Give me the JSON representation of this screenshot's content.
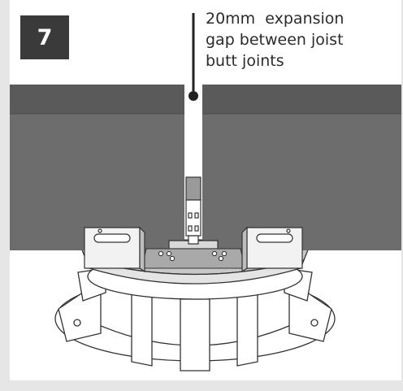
{
  "step": {
    "number": "7"
  },
  "annotation": {
    "lines": [
      "20mm  expansion",
      "gap between joist",
      "butt joints"
    ]
  },
  "colors": {
    "joist_top": "#5a5a5a",
    "joist_face": "#6d6d6d",
    "pedestal_head": "#c8c8c8",
    "pedestal_body": "#ffffff",
    "outline": "#333333"
  }
}
